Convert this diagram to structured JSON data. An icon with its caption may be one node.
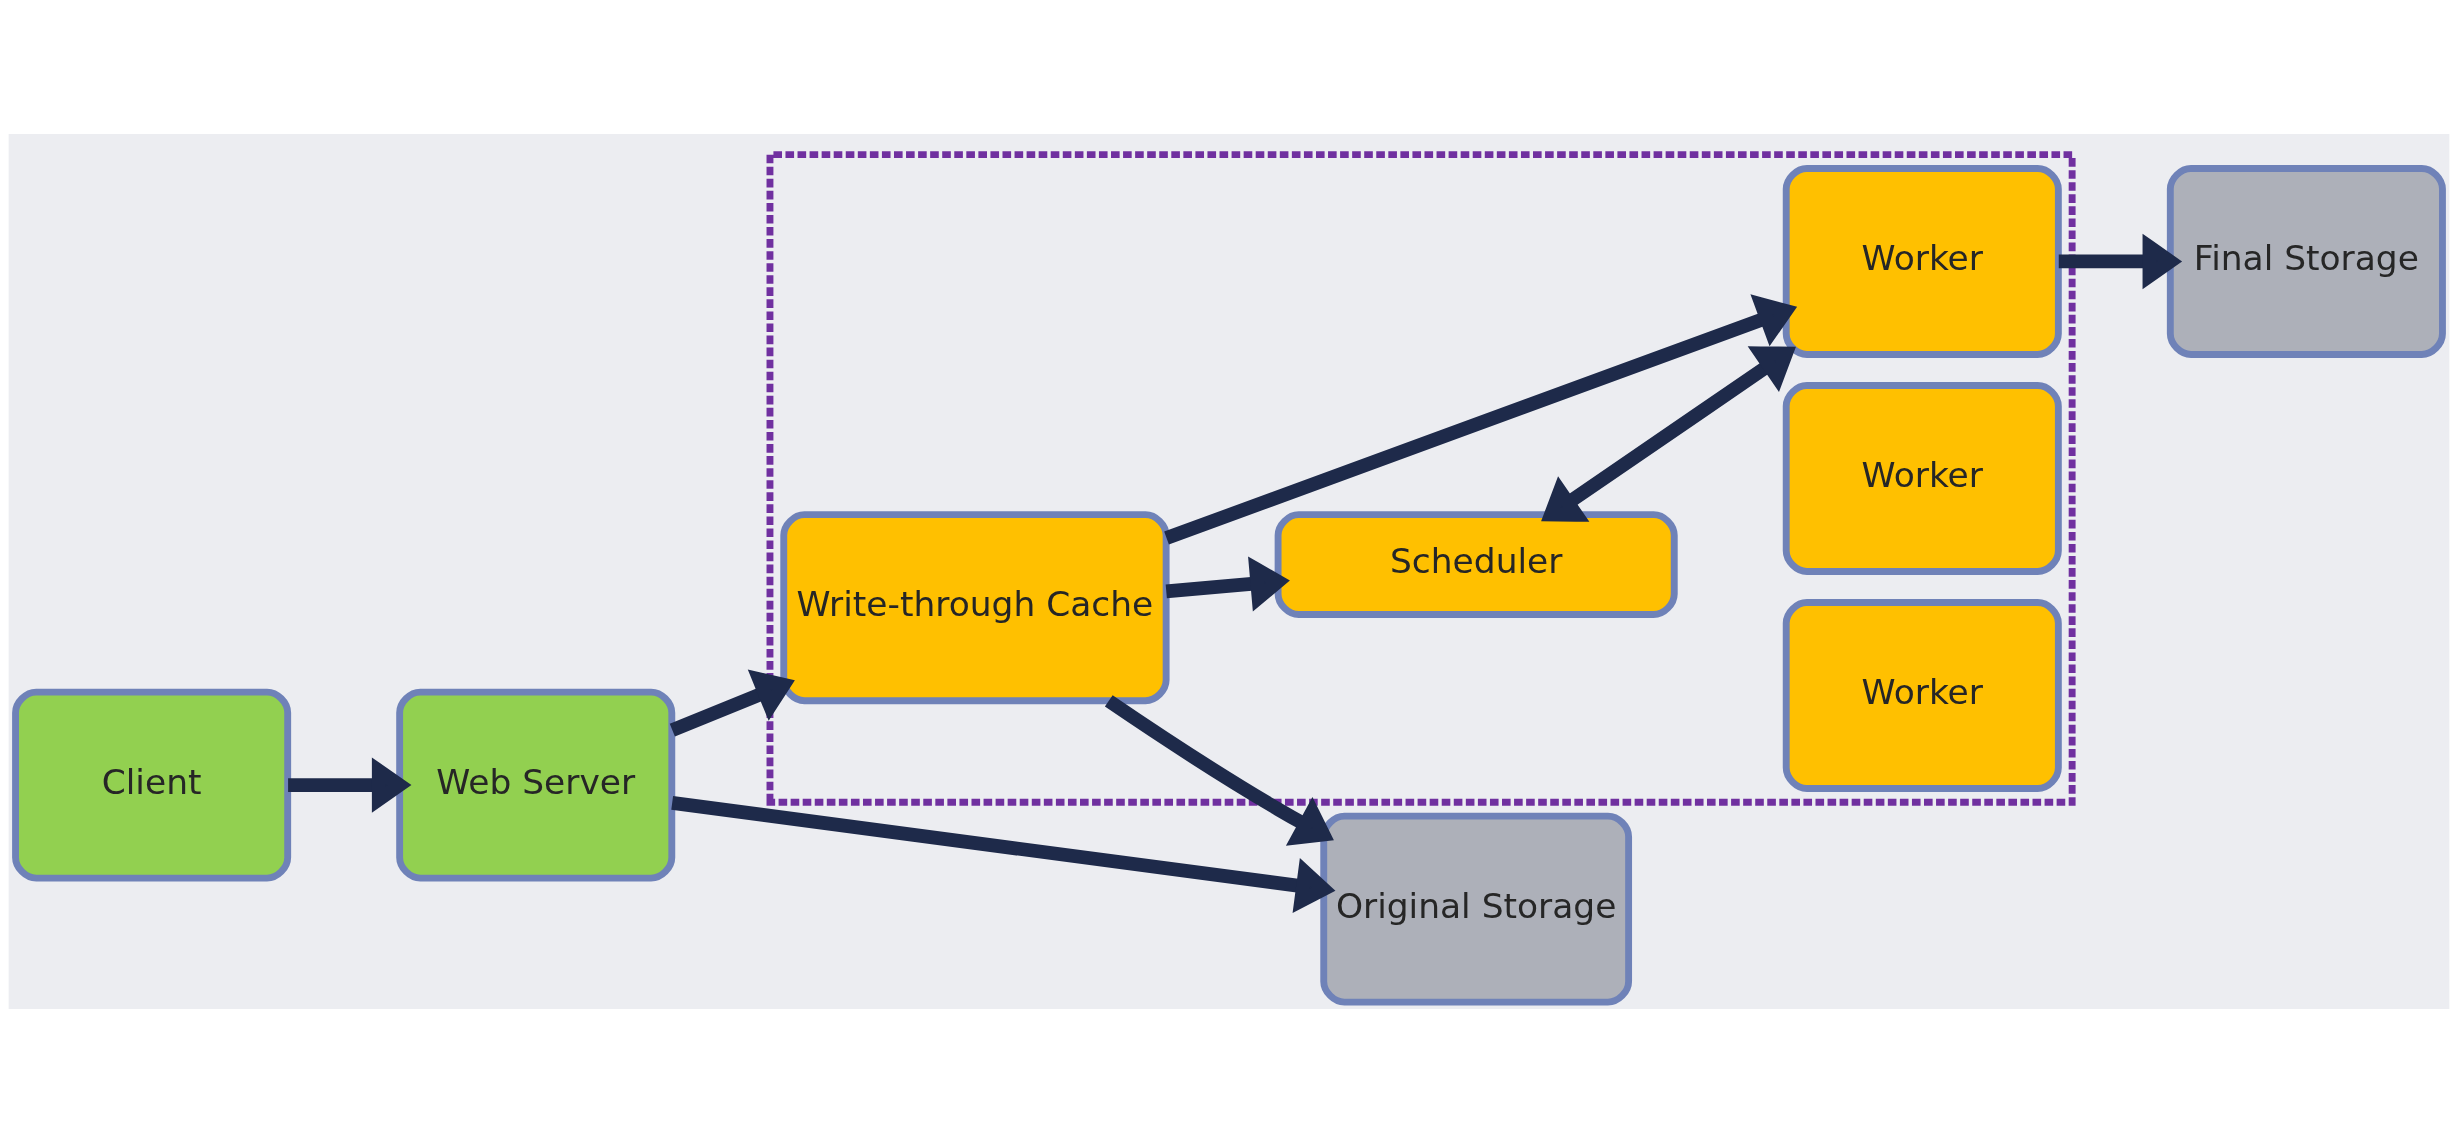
{
  "diagram": {
    "nodes": [
      {
        "text": [
          "Client"
        ]
      },
      {
        "text": [
          "Web Server"
        ]
      },
      {
        "text": [],
        "shape": "box"
      },
      {
        "text": [
          "Scheduler"
        ],
        "in": 2
      },
      {
        "text": [
          "Write-through Cache"
        ],
        "in": 2
      },
      {
        "text": [
          "Worker"
        ],
        "in": 2
      },
      {
        "text": [
          "Worker"
        ],
        "in": 2
      },
      {
        "text": [
          "Worker"
        ],
        "in": 2
      },
      {
        "text": [
          "Final Storage"
        ]
      },
      {
        "text": [
          "Original Storage"
        ]
      }
    ],
    "edges": [
      {
        "from": 0,
        "to": 1,
        "arrow": "to"
      },
      {
        "from": 1,
        "to": 4,
        "arrow": "to"
      },
      {
        "from": 1,
        "to": 9,
        "arrow": "to"
      },
      {
        "from": 4,
        "to": 3,
        "arrow": "to"
      },
      {
        "from": 3,
        "to": 5,
        "arrow": "both"
      },
      {
        "from": 4,
        "to": 5,
        "arrow": "to"
      },
      {
        "from": 4,
        "to": 9,
        "arrow": "to"
      },
      {
        "from": 5,
        "to": 8,
        "arrow": "to"
      }
    ]
  }
}
